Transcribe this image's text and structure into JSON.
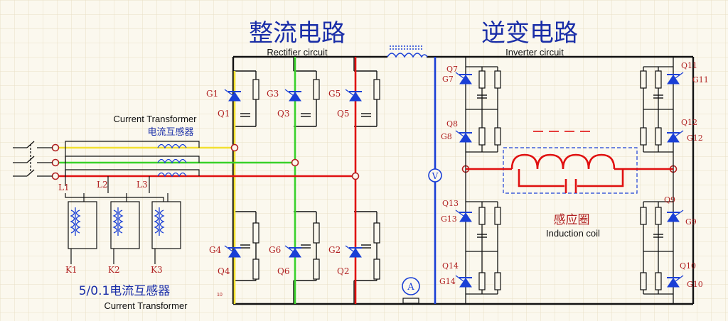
{
  "titles": {
    "rectifier_cn": "整流电路",
    "rectifier_en": "Rectifier circuit",
    "inverter_cn": "逆变电路",
    "inverter_en": "Inverter circuit"
  },
  "transformer_labels": {
    "current_transformer_en_top": "Current Transformer",
    "current_transformer_cn_top": "电流互感器",
    "ratio_cn": "5/0.1电流互感器",
    "current_transformer_en_bottom": "Current Transformer"
  },
  "line_labels": [
    "L1",
    "L2",
    "L3"
  ],
  "sensor_labels": [
    "K1",
    "K2",
    "K3"
  ],
  "rectifier": {
    "top": [
      {
        "gate": "G1",
        "name": "Q1"
      },
      {
        "gate": "G3",
        "name": "Q3"
      },
      {
        "gate": "G5",
        "name": "Q5"
      }
    ],
    "bottom": [
      {
        "gate": "G4",
        "name": "Q4"
      },
      {
        "gate": "G6",
        "name": "Q6"
      },
      {
        "gate": "G2",
        "name": "Q2"
      }
    ],
    "small_label": "10"
  },
  "inverter": {
    "left": [
      {
        "gate": "G7",
        "name": "Q7"
      },
      {
        "gate": "G8",
        "name": "Q8"
      },
      {
        "gate": "G13",
        "name": "Q13"
      },
      {
        "gate": "G14",
        "name": "Q14"
      }
    ],
    "right": [
      {
        "gate": "G11",
        "name": "Q11"
      },
      {
        "gate": "G12",
        "name": "Q12"
      },
      {
        "gate": "G9",
        "name": "Q9"
      },
      {
        "gate": "G10",
        "name": "Q10"
      }
    ]
  },
  "meters": {
    "voltmeter": "V",
    "ammeter": "A"
  },
  "coil": {
    "label_cn": "感应圈",
    "label_en": "Induction coil"
  },
  "colors": {
    "wire": "#111111",
    "phase_yellow": "#f2e030",
    "phase_green": "#39d12a",
    "phase_red": "#e01010",
    "dc_bus": "#1a3fd6",
    "device": "#1a3fd6",
    "label_red": "#b02020",
    "label_blue": "#1a2ea8",
    "grid": "#e9dfc6"
  }
}
